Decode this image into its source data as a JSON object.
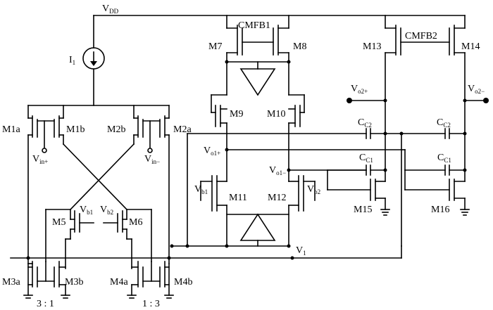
{
  "labels": {
    "vdd_main": "V",
    "vdd_sub": "DD",
    "i1_main": "I",
    "i1_sub": "1",
    "cmfb1": "CMFB1",
    "cmfb2": "CMFB2",
    "m1a": "M1a",
    "m1b": "M1b",
    "m2a": "M2a",
    "m2b": "M2b",
    "m3a": "M3a",
    "m3b": "M3b",
    "m4a": "M4a",
    "m4b": "M4b",
    "m5": "M5",
    "m6": "M6",
    "m7": "M7",
    "m8": "M8",
    "m9": "M9",
    "m10": "M10",
    "m11": "M11",
    "m12": "M12",
    "m13": "M13",
    "m14": "M14",
    "m15": "M15",
    "m16": "M16",
    "vinp_main": "V",
    "vinp_sub": "in+",
    "vinm_main": "V",
    "vinm_sub": "in−",
    "vb1_main": "V",
    "vb1_sub": "b1",
    "vb2_main": "V",
    "vb2_sub": "b2",
    "vb1r_main": "V",
    "vb1r_sub": "b1",
    "vb2r_main": "V",
    "vb2r_sub": "b2",
    "vo1p_main": "V",
    "vo1p_sub": "o1+",
    "vo1m_main": "V",
    "vo1m_sub": "o1−",
    "vo2p_main": "V",
    "vo2p_sub": "o2+",
    "vo2m_main": "V",
    "vo2m_sub": "o2−",
    "v1_main": "V",
    "v1_sub": "1",
    "cc2a_main": "C",
    "cc2a_sub": "C2",
    "cc2b_main": "C",
    "cc2b_sub": "C2",
    "cc1a_main": "C",
    "cc1a_sub": "C1",
    "cc1b_main": "C",
    "cc1b_sub": "C1",
    "ratio_left": "3 : 1",
    "ratio_right": "1 : 3"
  }
}
